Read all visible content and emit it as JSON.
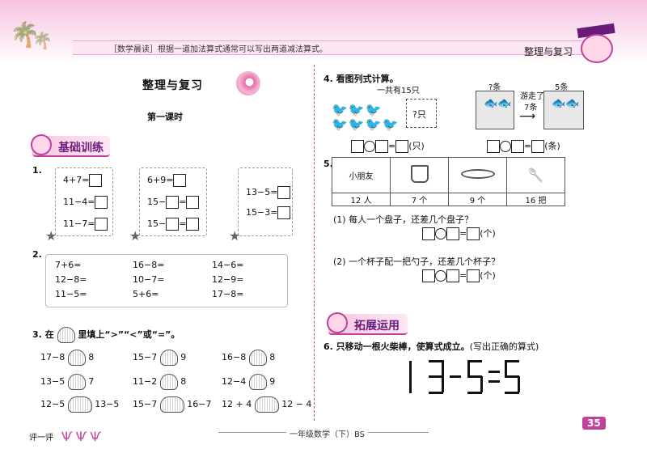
{
  "header": {
    "tip": "［数学晨读］根据一道加法算式通常可以写出两道减法算式。",
    "section": "整理与复习"
  },
  "lesson": {
    "title": "整理与复习",
    "subtitle": "第一课时"
  },
  "banners": {
    "basic": "基础训练",
    "extend": "拓展运用"
  },
  "q1": {
    "number": "1.",
    "left": [
      "4+7=",
      "11−4=",
      "11−7="
    ],
    "middle": [
      "6+9=",
      "15−",
      "15−"
    ],
    "right": [
      "13−5=",
      "15−3="
    ]
  },
  "q2": {
    "number": "2.",
    "rows": [
      [
        "7+6=",
        "16−8=",
        "14−6="
      ],
      [
        "12−8=",
        "10−7=",
        "12−9="
      ],
      [
        "11−5=",
        "5+6=",
        "17−8="
      ]
    ]
  },
  "q3": {
    "number": "3.",
    "instr_a": "在",
    "instr_b": "里填上“>”“<”或“=”。",
    "rows": [
      [
        [
          "17−8",
          "8"
        ],
        [
          "15−7",
          "9"
        ],
        [
          "16−8",
          "8"
        ]
      ],
      [
        [
          "13−5",
          "7"
        ],
        [
          "11−2",
          "8"
        ],
        [
          "12−4",
          "9"
        ]
      ],
      [
        [
          "12−5",
          "13−5"
        ],
        [
          "15−7",
          "16−7"
        ],
        [
          "12 + 4",
          "12 − 4"
        ]
      ]
    ]
  },
  "q4": {
    "title": "4. 看图列式计算。",
    "total": "一共有15只",
    "unknown": "?只",
    "unit_a": "(只)",
    "before": "?条",
    "swam": "游走了",
    "swam_n": "7条",
    "after": "5条",
    "unit_b": "(条)"
  },
  "q5": {
    "number": "5.",
    "headers": [
      "小朋友",
      "",
      "",
      ""
    ],
    "counts": [
      "12 人",
      "7 个",
      "9 个",
      "16 把"
    ],
    "sub1": "(1) 每人一个盘子，还差几个盘子？",
    "sub2": "(2) 一个杯子配一把勺子，还差几个杯子？",
    "unit": "(个)"
  },
  "q6": {
    "title": "6. 只移动一根火柴棒，使算式成立。",
    "hint": "(写出正确的算式)"
  },
  "footer": {
    "left": "评一评",
    "center": "一年级数学（下）BS",
    "page": "35"
  }
}
